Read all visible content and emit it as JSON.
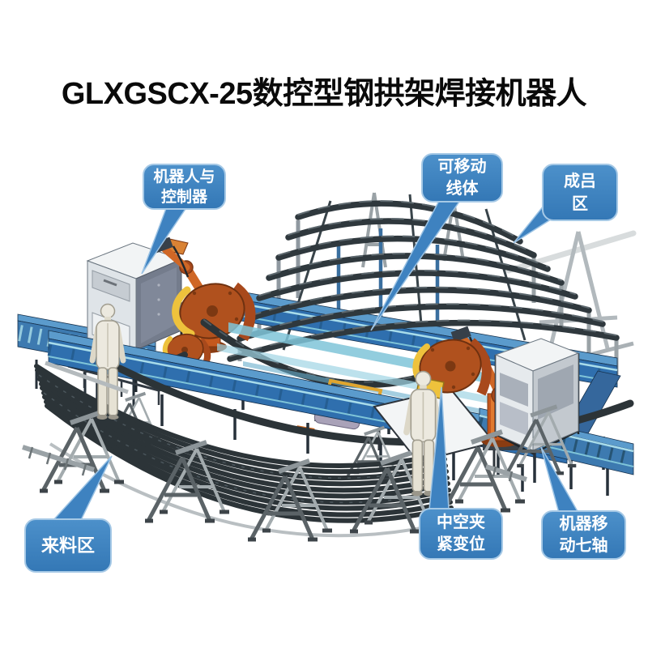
{
  "title": "GLXGSCX-25数控型钢拱架焊接机器人",
  "callouts": [
    {
      "id": "robot-and-controller",
      "lines": [
        "机器人与",
        "控制器"
      ]
    },
    {
      "id": "movable-line",
      "lines": [
        "可移动",
        "线体"
      ]
    },
    {
      "id": "finished-product-area",
      "lines": [
        "成吕",
        "区"
      ]
    },
    {
      "id": "incoming-material-area",
      "lines": [
        "来料区"
      ]
    },
    {
      "id": "hollow-clamp-positioner",
      "lines": [
        "中空夹",
        "紧变位"
      ]
    },
    {
      "id": "robot-travel-seventh-axis",
      "lines": [
        "机器移",
        "动七轴"
      ]
    }
  ],
  "colors": {
    "background": "#ffffff",
    "title_text": "#0a0a0a",
    "callout_blue": "#3e82c0",
    "callout_border": "#a6c9e6",
    "callout_text": "#ffffff",
    "steel_dark": "#2f383d",
    "frame_blue": "#2f6fae",
    "frame_blue_light": "#a8dcea",
    "robot_orange": "#c4581e",
    "positioner_orange": "#b0511e",
    "accent_yellow": "#eec23c",
    "cabinet_light": "#e6eaed",
    "trestle_gray": "#5b6367",
    "figure_beige": "#ece9df"
  }
}
